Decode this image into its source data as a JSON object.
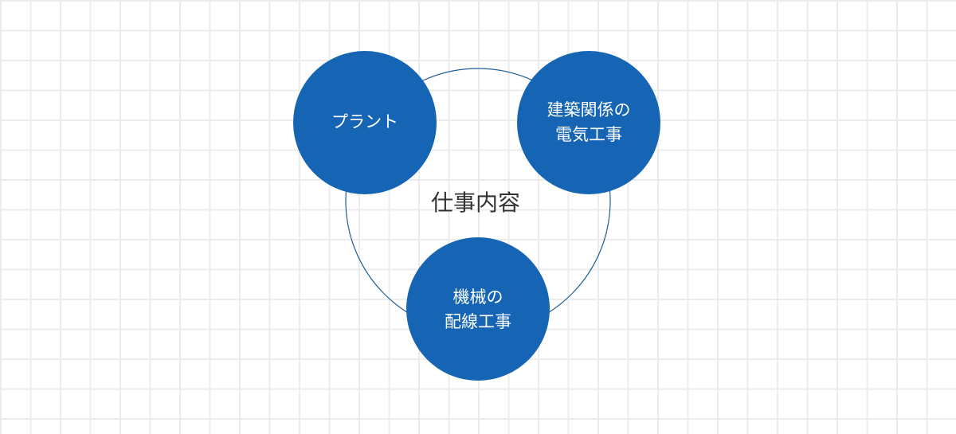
{
  "diagram": {
    "center_label": "仕事内容",
    "nodes": [
      {
        "id": "plant",
        "lines": [
          "プラント"
        ]
      },
      {
        "id": "building",
        "lines": [
          "建築関係の",
          "電気工事"
        ]
      },
      {
        "id": "machine",
        "lines": [
          "機械の",
          "配線工事"
        ]
      }
    ]
  },
  "colors": {
    "node_fill": "#1565b4",
    "ring_stroke": "#1f5f99",
    "grid_line": "#ececec",
    "center_text": "#333333"
  }
}
